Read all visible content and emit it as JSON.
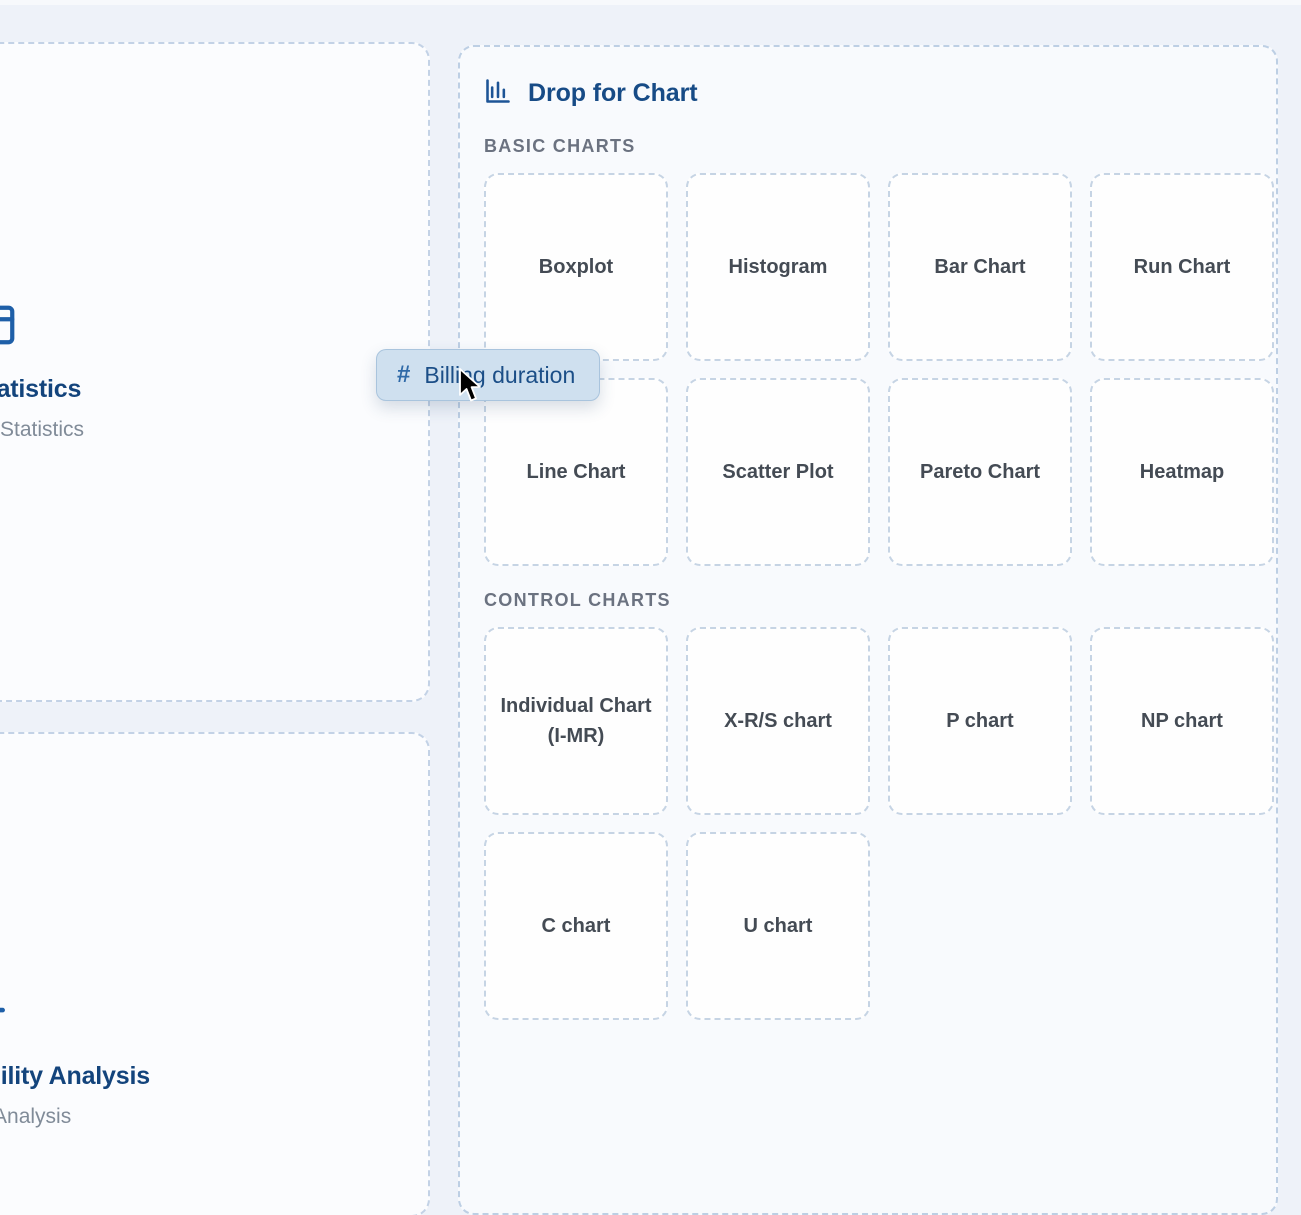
{
  "left_panel": {
    "cards": [
      {
        "icon": "table-icon",
        "title": "Statistics",
        "subtitle": "ve Statistics"
      },
      {
        "icon": "activity-pulse-icon",
        "title": "ability Analysis",
        "subtitle": "ty Analysis"
      }
    ]
  },
  "drop_panel": {
    "icon": "bar-chart-icon",
    "title": "Drop for Chart",
    "sections": [
      {
        "label": "BASIC CHARTS",
        "tiles": [
          "Boxplot",
          "Histogram",
          "Bar Chart",
          "Run Chart",
          "Line Chart",
          "Scatter Plot",
          "Pareto Chart",
          "Heatmap"
        ]
      },
      {
        "label": "CONTROL CHARTS",
        "tiles": [
          "Individual Chart (I-MR)",
          "X-R/S chart",
          "P chart",
          "NP chart",
          "C chart",
          "U chart"
        ]
      }
    ]
  },
  "drag_chip": {
    "hash": "#",
    "label": "Billing duration"
  },
  "colors": {
    "accent": "#174b86",
    "chip_bg": "#cfe0ef",
    "chip_text": "#1b4e87",
    "tile_border": "#c6d4e4",
    "tile_text": "#444b54",
    "section_label": "#6b7280",
    "page_bg": "#eef2f9"
  }
}
